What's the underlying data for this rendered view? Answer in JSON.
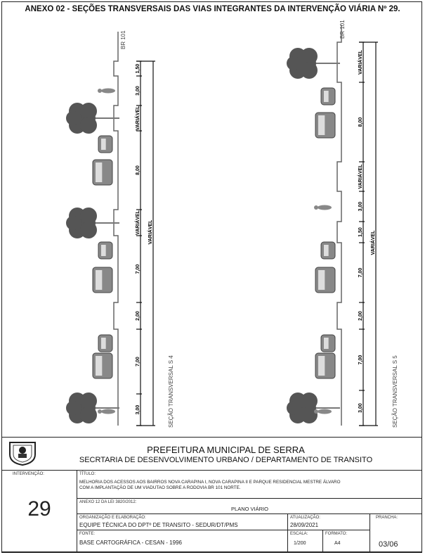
{
  "header": {
    "title": "ANEXO 02 - SEÇÕES TRANSVERSAIS DAS VIAS INTEGRANTES DA INTERVENÇÃO VIÁRIA Nº 29."
  },
  "sections": [
    {
      "label": "SEÇÃO TRANSVERSAL S 4",
      "road": "BR 101",
      "total": "VARIÁVEL",
      "dims": [
        "1,50",
        "3,00",
        "VARIÁVEL",
        "8,00",
        "VARIÁVEL",
        "7,00",
        "2,00",
        "7,00",
        "3,00"
      ]
    },
    {
      "label": "SEÇÃO TRANSVERSAL S 5",
      "road": "BR 101",
      "total": "VARIÁVEL",
      "dims": [
        "VARIÁVEL",
        "8,00",
        "VARIÁVEL",
        "3,00",
        "1,50",
        "7,00",
        "2,00",
        "7,00",
        "3,00"
      ]
    }
  ],
  "title_block": {
    "org": "PREFEITURA MUNICIPAL DE SERRA",
    "dept": "SECRTARIA DE DESENVOLVIMENTO URBANO / DEPARTAMENTO DE TRANSITO",
    "intervencao_label": "INTERVENÇÃO:",
    "intervencao": "29",
    "titulo_label": "TÍTULO:",
    "titulo_1": "MELHORIA DOS ACESSOS AOS BAIRROS NOVA CARAPINA I, NOVA CARAPINA II E PARQUE RESIDENCIAL MESTRE ÁLVARO",
    "titulo_2": "COM A IMPLANTAÇÃO DE UM VIADUTAO SOBRE A RODOVIA BR 101 NORTE.",
    "anexo_label": "ANEXO 12 DA LEI 3820/2012:",
    "anexo": "PLANO VIÁRIO",
    "org_label": "ORGANIZAÇÃO E ELABORAÇÃO:",
    "org_val": "EQUIPE TÉCNICA DO DPTº DE TRANSITO - SEDUR/DT/PMS",
    "atual_label": "ATUALIZAÇÃO:",
    "atual": "28/09/2021",
    "prancha_label": "PRANCHA:",
    "prancha": "03/06",
    "fonte_label": "FONTE:",
    "fonte": "BASE CARTOGRÁFICA - CESAN - 1996",
    "escala_label": "ESCALA:",
    "escala": "1/200",
    "formato_label": "FORMATO:",
    "formato": "A4"
  }
}
